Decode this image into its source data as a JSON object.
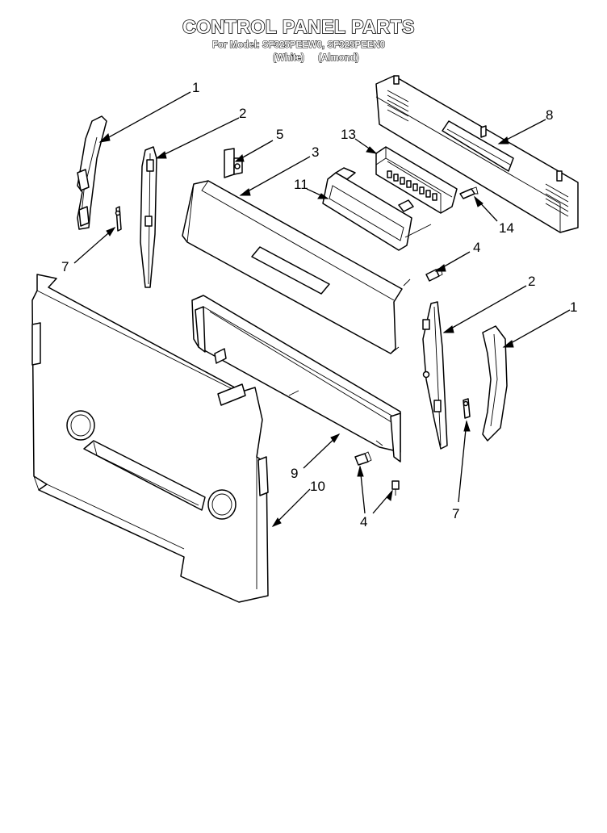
{
  "header": {
    "title": "CONTROL PANEL PARTS",
    "model_line": "For Model: SF325PEEW0, SF325PEEN0",
    "variant_white": "(White)",
    "variant_almond": "(Almond)"
  },
  "callouts": {
    "c1_left": "1",
    "c2_left": "2",
    "c5": "5",
    "c3": "3",
    "c13": "13",
    "c8": "8",
    "c11": "11",
    "c14": "14",
    "c7_left": "7",
    "c4_top": "4",
    "c2_right": "2",
    "c1_right": "1",
    "c9": "9",
    "c10": "10",
    "c4_bottom": "4",
    "c7_right": "7"
  },
  "colors": {
    "line": "#000000",
    "paper": "#ffffff"
  }
}
